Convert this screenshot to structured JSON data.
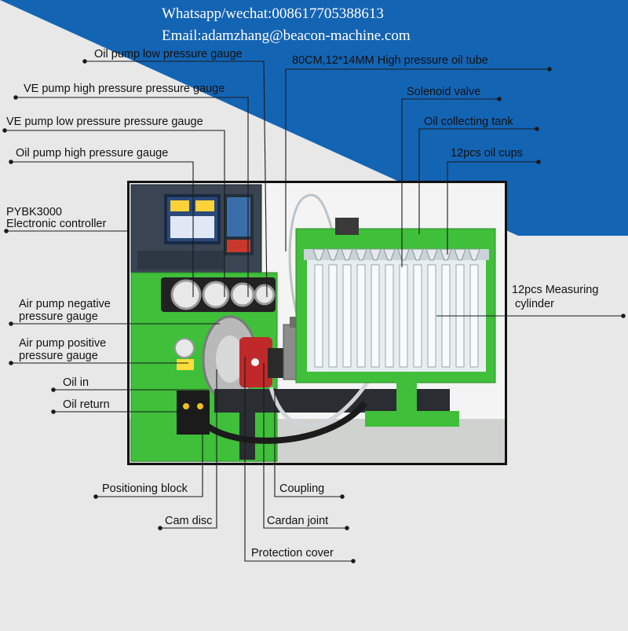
{
  "contact": {
    "whatsapp": "Whatsapp/wechat:008617705388613",
    "email": "Email:adamzhang@beacon-machine.com"
  },
  "labels": {
    "oil_pump_low": "Oil pump low pressure gauge",
    "ve_pump_high": "VE pump high pressure pressure gauge",
    "ve_pump_low": "VE pump low pressure pressure gauge",
    "oil_pump_high": "Oil pump high pressure gauge",
    "controller_model": "PYBK3000",
    "controller_name": "Electronic controller",
    "air_neg_1": "Air pump negative",
    "air_neg_2": "pressure gauge",
    "air_pos_1": "Air pump positive",
    "air_pos_2": "pressure gauge",
    "oil_in": "Oil in",
    "oil_return": "Oil return",
    "hp_tube": "80CM,12*14MM High pressure oil tube",
    "solenoid": "Solenoid valve",
    "collect_tank": "Oil collecting tank",
    "oil_cups": "12pcs oil cups",
    "measure_1": "12pcs Measuring",
    "measure_2": "cylinder",
    "positioning_block": "Positioning block",
    "cam_disc": "Cam disc",
    "protection_cover": "Protection cover",
    "coupling": "Coupling",
    "cardan_joint": "Cardan joint"
  },
  "colors": {
    "banner_blue": "#1464b4",
    "machine_green": "#3fbf3a",
    "background": "#e8e8e9"
  }
}
